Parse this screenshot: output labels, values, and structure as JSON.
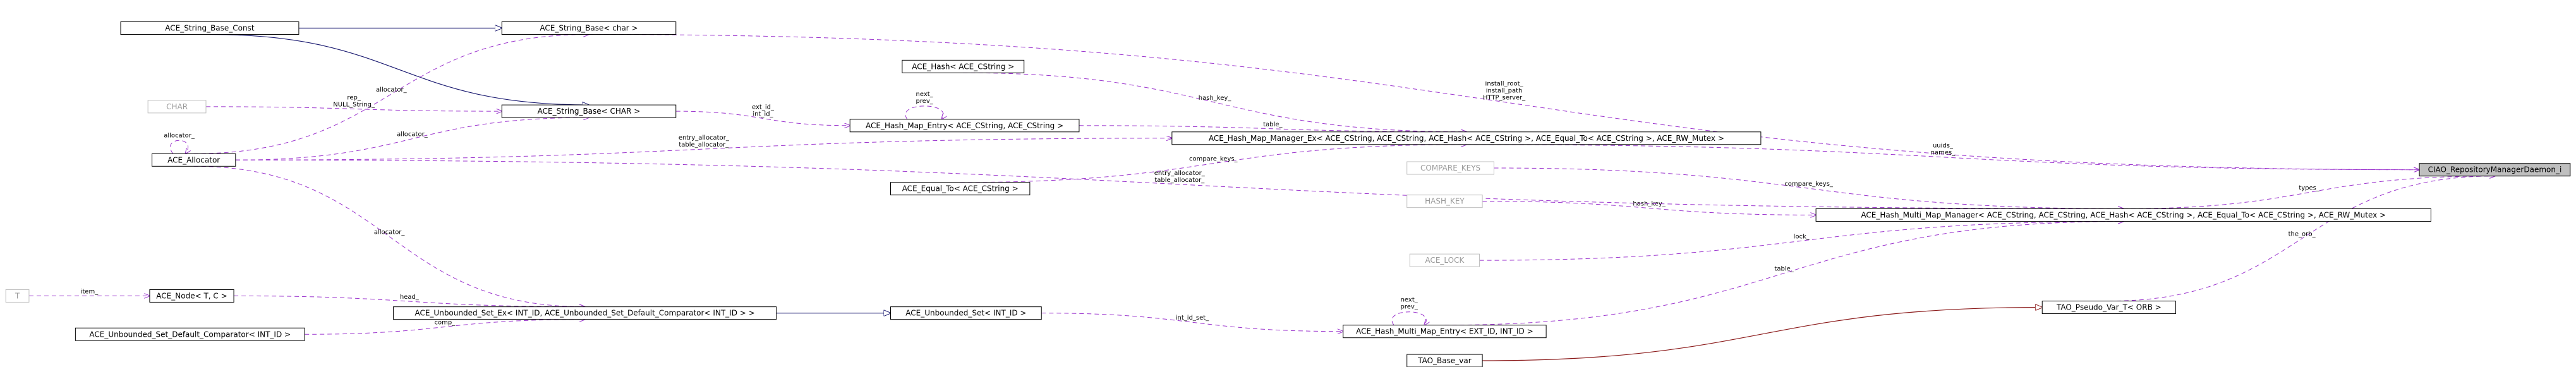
{
  "nodes": [
    {
      "id": "sbc",
      "label": "ACE_String_Base_Const",
      "style": "normal"
    },
    {
      "id": "sbchar",
      "label": "ACE_String_Base< char >",
      "style": "normal"
    },
    {
      "id": "sbCHAR",
      "label": "ACE_String_Base< CHAR >",
      "style": "normal"
    },
    {
      "id": "CHAR",
      "label": "CHAR",
      "style": "gray"
    },
    {
      "id": "alloc",
      "label": "ACE_Allocator",
      "style": "normal"
    },
    {
      "id": "hash",
      "label": "ACE_Hash< ACE_CString >",
      "style": "normal"
    },
    {
      "id": "hme",
      "label": "ACE_Hash_Map_Entry< ACE_CString, ACE_CString >",
      "style": "normal"
    },
    {
      "id": "hmm",
      "label": "ACE_Hash_Map_Manager_Ex< ACE_CString, ACE_CString, ACE_Hash< ACE_CString >, ACE_Equal_To< ACE_CString >, ACE_RW_Mutex >",
      "style": "normal"
    },
    {
      "id": "eq",
      "label": "ACE_Equal_To< ACE_CString >",
      "style": "normal"
    },
    {
      "id": "ck",
      "label": "COMPARE_KEYS",
      "style": "gray"
    },
    {
      "id": "hk",
      "label": "HASH_KEY",
      "style": "gray"
    },
    {
      "id": "hmmm",
      "label": "ACE_Hash_Multi_Map_Manager< ACE_CString, ACE_CString, ACE_Hash< ACE_CString >, ACE_Equal_To< ACE_CString >, ACE_RW_Mutex >",
      "style": "normal"
    },
    {
      "id": "lock",
      "label": "ACE_LOCK",
      "style": "gray"
    },
    {
      "id": "T",
      "label": "T",
      "style": "gray"
    },
    {
      "id": "node",
      "label": "ACE_Node< T, C >",
      "style": "normal"
    },
    {
      "id": "usdc",
      "label": "ACE_Unbounded_Set_Default_Comparator< INT_ID >",
      "style": "normal"
    },
    {
      "id": "usex",
      "label": "ACE_Unbounded_Set_Ex< INT_ID, ACE_Unbounded_Set_Default_Comparator< INT_ID > >",
      "style": "normal"
    },
    {
      "id": "us",
      "label": "ACE_Unbounded_Set< INT_ID >",
      "style": "normal"
    },
    {
      "id": "hmme",
      "label": "ACE_Hash_Multi_Map_Entry< EXT_ID, INT_ID >",
      "style": "normal"
    },
    {
      "id": "pv",
      "label": "TAO_Pseudo_Var_T< ORB >",
      "style": "normal"
    },
    {
      "id": "bv",
      "label": "TAO_Base_var",
      "style": "normal"
    },
    {
      "id": "ciao",
      "label": "CIAO_RepositoryManagerDaemon_i",
      "style": "hl"
    }
  ],
  "edges": [
    {
      "from": "sbc",
      "to": "sbchar",
      "kind": "inh",
      "label": []
    },
    {
      "from": "sbc",
      "to": "sbCHAR",
      "kind": "inh",
      "label": []
    },
    {
      "from": "sbchar",
      "to": "ciao",
      "kind": "dep",
      "label": [
        "install_root_",
        "install_path",
        "HTTP_server_"
      ]
    },
    {
      "from": "alloc",
      "to": "sbchar",
      "kind": "dep",
      "label": [
        "allocator_"
      ]
    },
    {
      "from": "CHAR",
      "to": "sbCHAR",
      "kind": "dep",
      "label": [
        "rep_",
        "NULL_String_"
      ]
    },
    {
      "from": "alloc",
      "to": "sbCHAR",
      "kind": "dep",
      "label": [
        "allocator_"
      ]
    },
    {
      "from": "alloc",
      "to": "alloc",
      "kind": "dep",
      "label": [
        "allocator_"
      ]
    },
    {
      "from": "hash",
      "to": "hmm",
      "kind": "dep",
      "label": [
        "hash_key_"
      ]
    },
    {
      "from": "hme",
      "to": "hme",
      "kind": "dep",
      "label": [
        "next_",
        "prev_"
      ]
    },
    {
      "from": "sbCHAR",
      "to": "hme",
      "kind": "dep",
      "label": [
        "ext_id_",
        "int_id_"
      ]
    },
    {
      "from": "hme",
      "to": "hmm",
      "kind": "dep",
      "label": [
        "table_"
      ]
    },
    {
      "from": "alloc",
      "to": "hmm",
      "kind": "dep",
      "label": [
        "entry_allocator_",
        "table_allocator_"
      ]
    },
    {
      "from": "eq",
      "to": "hmm",
      "kind": "dep",
      "label": [
        "compare_keys_"
      ]
    },
    {
      "from": "hmm",
      "to": "ciao",
      "kind": "dep",
      "label": [
        "uuids_",
        "names_"
      ]
    },
    {
      "from": "ck",
      "to": "hmmm",
      "kind": "dep",
      "label": [
        "compare_keys_"
      ]
    },
    {
      "from": "hk",
      "to": "hmmm",
      "kind": "dep",
      "label": [
        "hash_key_"
      ]
    },
    {
      "from": "alloc",
      "to": "hmmm",
      "kind": "dep",
      "label": [
        "entry_allocator_",
        "table_allocator_"
      ]
    },
    {
      "from": "lock",
      "to": "hmmm",
      "kind": "dep",
      "label": [
        "lock_"
      ]
    },
    {
      "from": "hmme",
      "to": "hmmm",
      "kind": "dep",
      "label": [
        "table_"
      ]
    },
    {
      "from": "hmmm",
      "to": "ciao",
      "kind": "dep",
      "label": [
        "types_"
      ]
    },
    {
      "from": "T",
      "to": "node",
      "kind": "dep",
      "label": [
        "item_"
      ]
    },
    {
      "from": "node",
      "to": "usex",
      "kind": "dep",
      "label": [
        "head_"
      ]
    },
    {
      "from": "alloc",
      "to": "usex",
      "kind": "dep",
      "label": [
        "allocator_"
      ]
    },
    {
      "from": "usdc",
      "to": "usex",
      "kind": "dep",
      "label": [
        "comp_"
      ]
    },
    {
      "from": "usex",
      "to": "us",
      "kind": "inh",
      "label": []
    },
    {
      "from": "us",
      "to": "hmme",
      "kind": "dep",
      "label": [
        "int_id_set_"
      ]
    },
    {
      "from": "hmme",
      "to": "hmme",
      "kind": "dep",
      "label": [
        "next_",
        "prev_"
      ]
    },
    {
      "from": "pv",
      "to": "ciao",
      "kind": "dep",
      "label": [
        "the_orb_"
      ]
    },
    {
      "from": "bv",
      "to": "pv",
      "kind": "red",
      "label": []
    }
  ]
}
